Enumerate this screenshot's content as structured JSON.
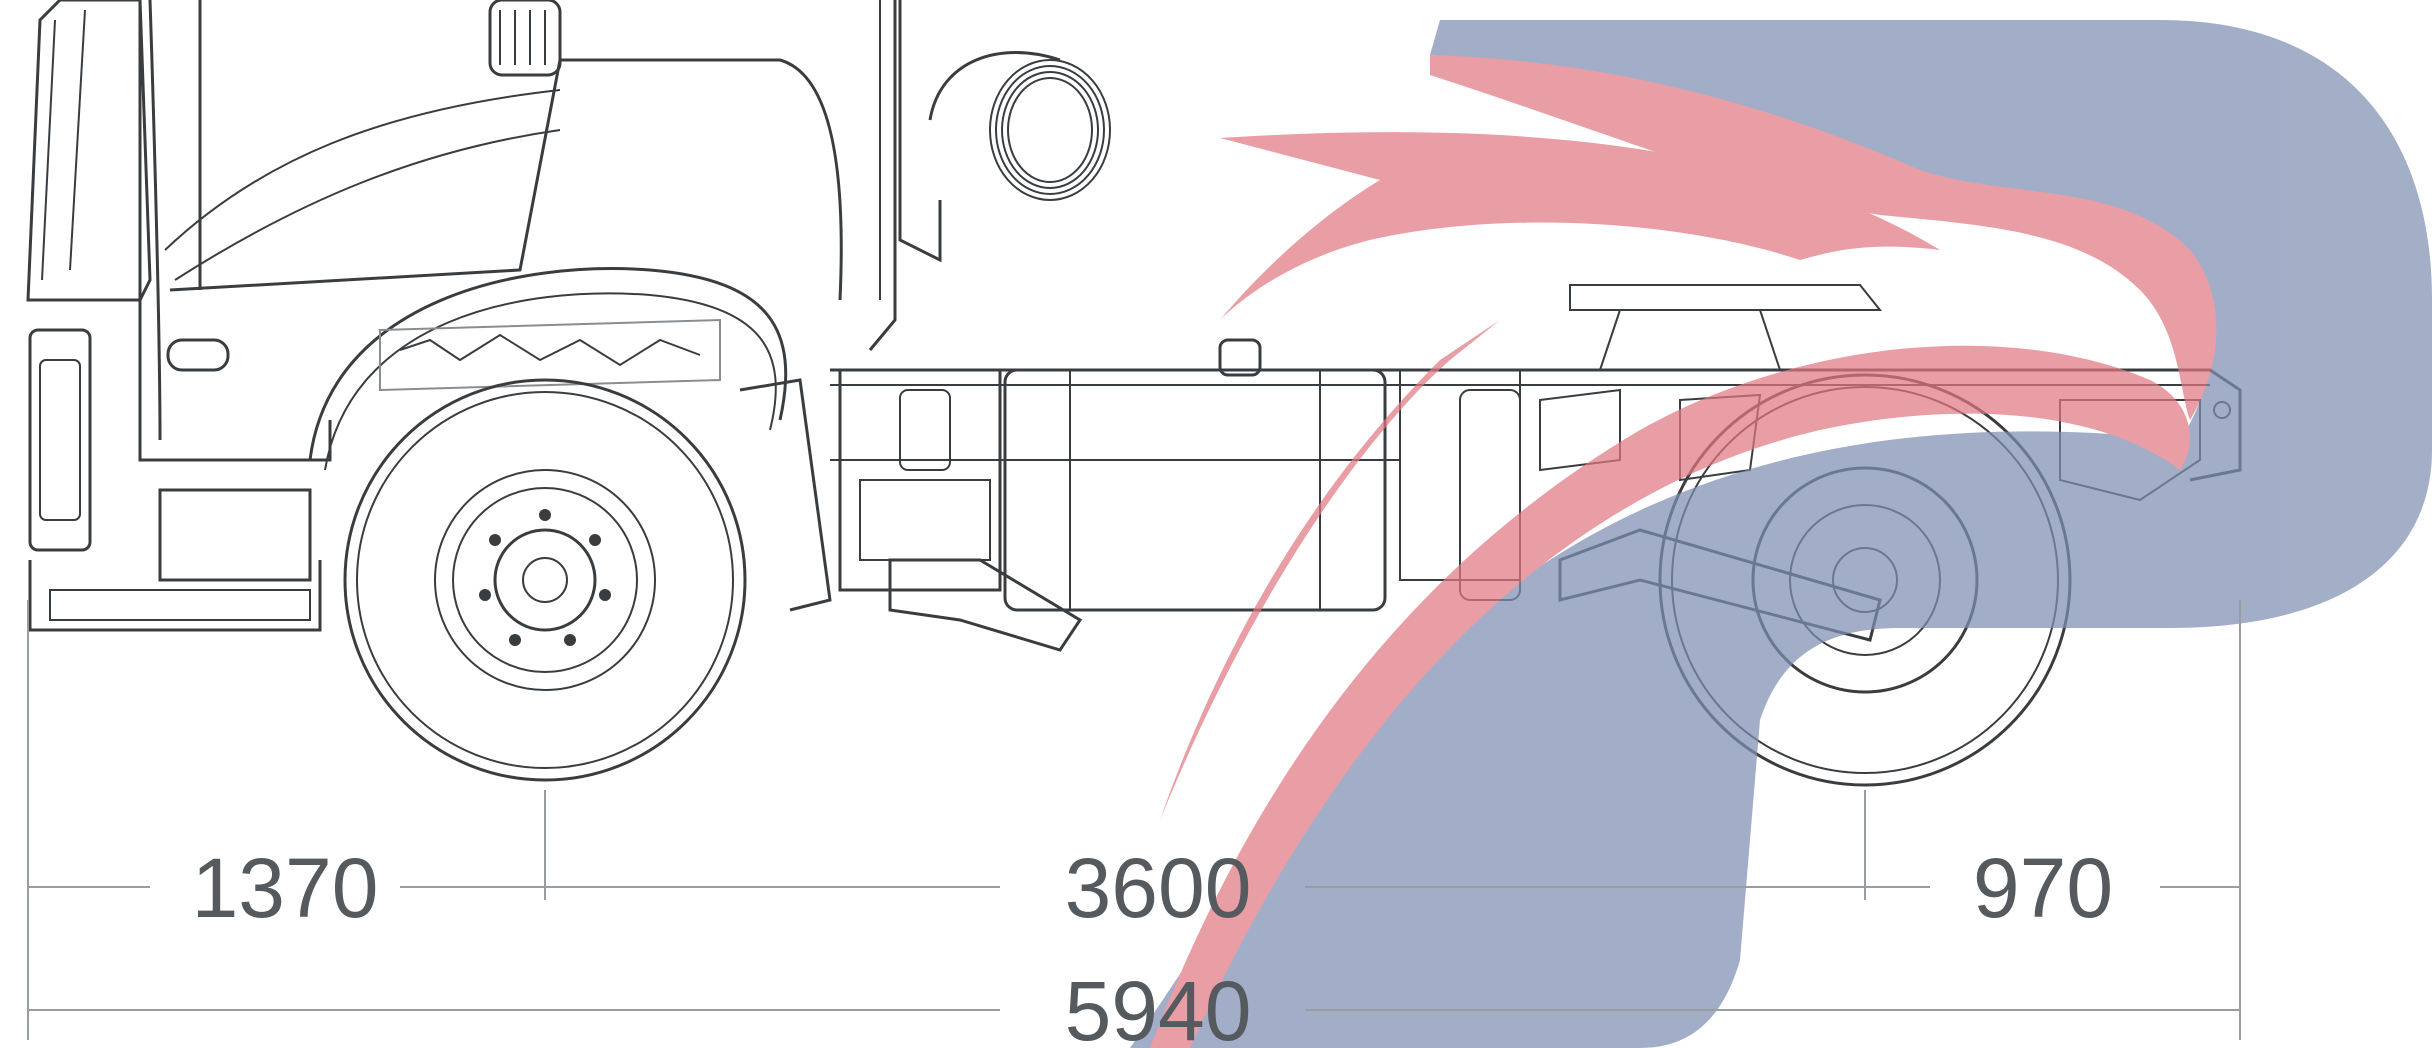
{
  "dimensions": {
    "front_overhang": "1370",
    "wheelbase": "3600",
    "rear_overhang": "970",
    "overall_length": "5940"
  },
  "watermark": {
    "colors": {
      "blue": "#7f8fb2",
      "red": "#e17882"
    },
    "icon": "p-logo-watermark"
  }
}
